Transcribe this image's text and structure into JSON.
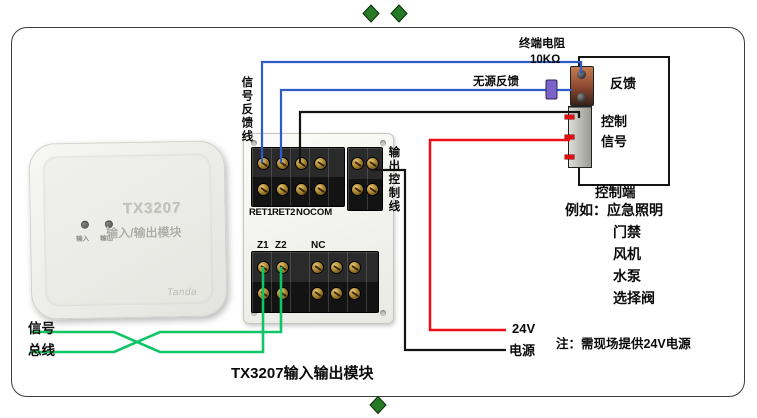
{
  "diagram": {
    "caption": "TX3207输入输出模块",
    "note": "注：需现场提供24V电源"
  },
  "module": {
    "model": "TX3207",
    "name": "输入/输出模块",
    "led_input": "输入",
    "led_output": "输出",
    "brand": "Tanda"
  },
  "terminal_block": {
    "ret1": "RET1",
    "ret2": "RET2",
    "no": "NO",
    "com": "COM",
    "z1": "Z1",
    "z2": "Z2",
    "nc": "NC"
  },
  "wiring_labels": {
    "signal_feedback_line": "信号反馈线",
    "output_control_line": "输出控制线",
    "terminal_resistor": "终端电阻",
    "resistor_value": "10KΩ",
    "passive_feedback": "无源反馈",
    "signal_bus_line1": "信号",
    "signal_bus_line2": "总线",
    "power_24v": "24V",
    "power_supply": "电源"
  },
  "control_panel": {
    "feedback": "反馈",
    "control_signal_line1": "控制",
    "control_signal_line2": "信号",
    "title": "控制端",
    "examples": [
      "例如：应急照明",
      "门禁",
      "风机",
      "水泵",
      "选择阀"
    ]
  },
  "colors": {
    "wire_blue": "#2e5bc4",
    "wire_black": "#141414",
    "wire_red": "#ee1016",
    "wire_green": "#10c565",
    "resistor_purple": "#7a63c8",
    "diamond_green": "#267a26"
  }
}
